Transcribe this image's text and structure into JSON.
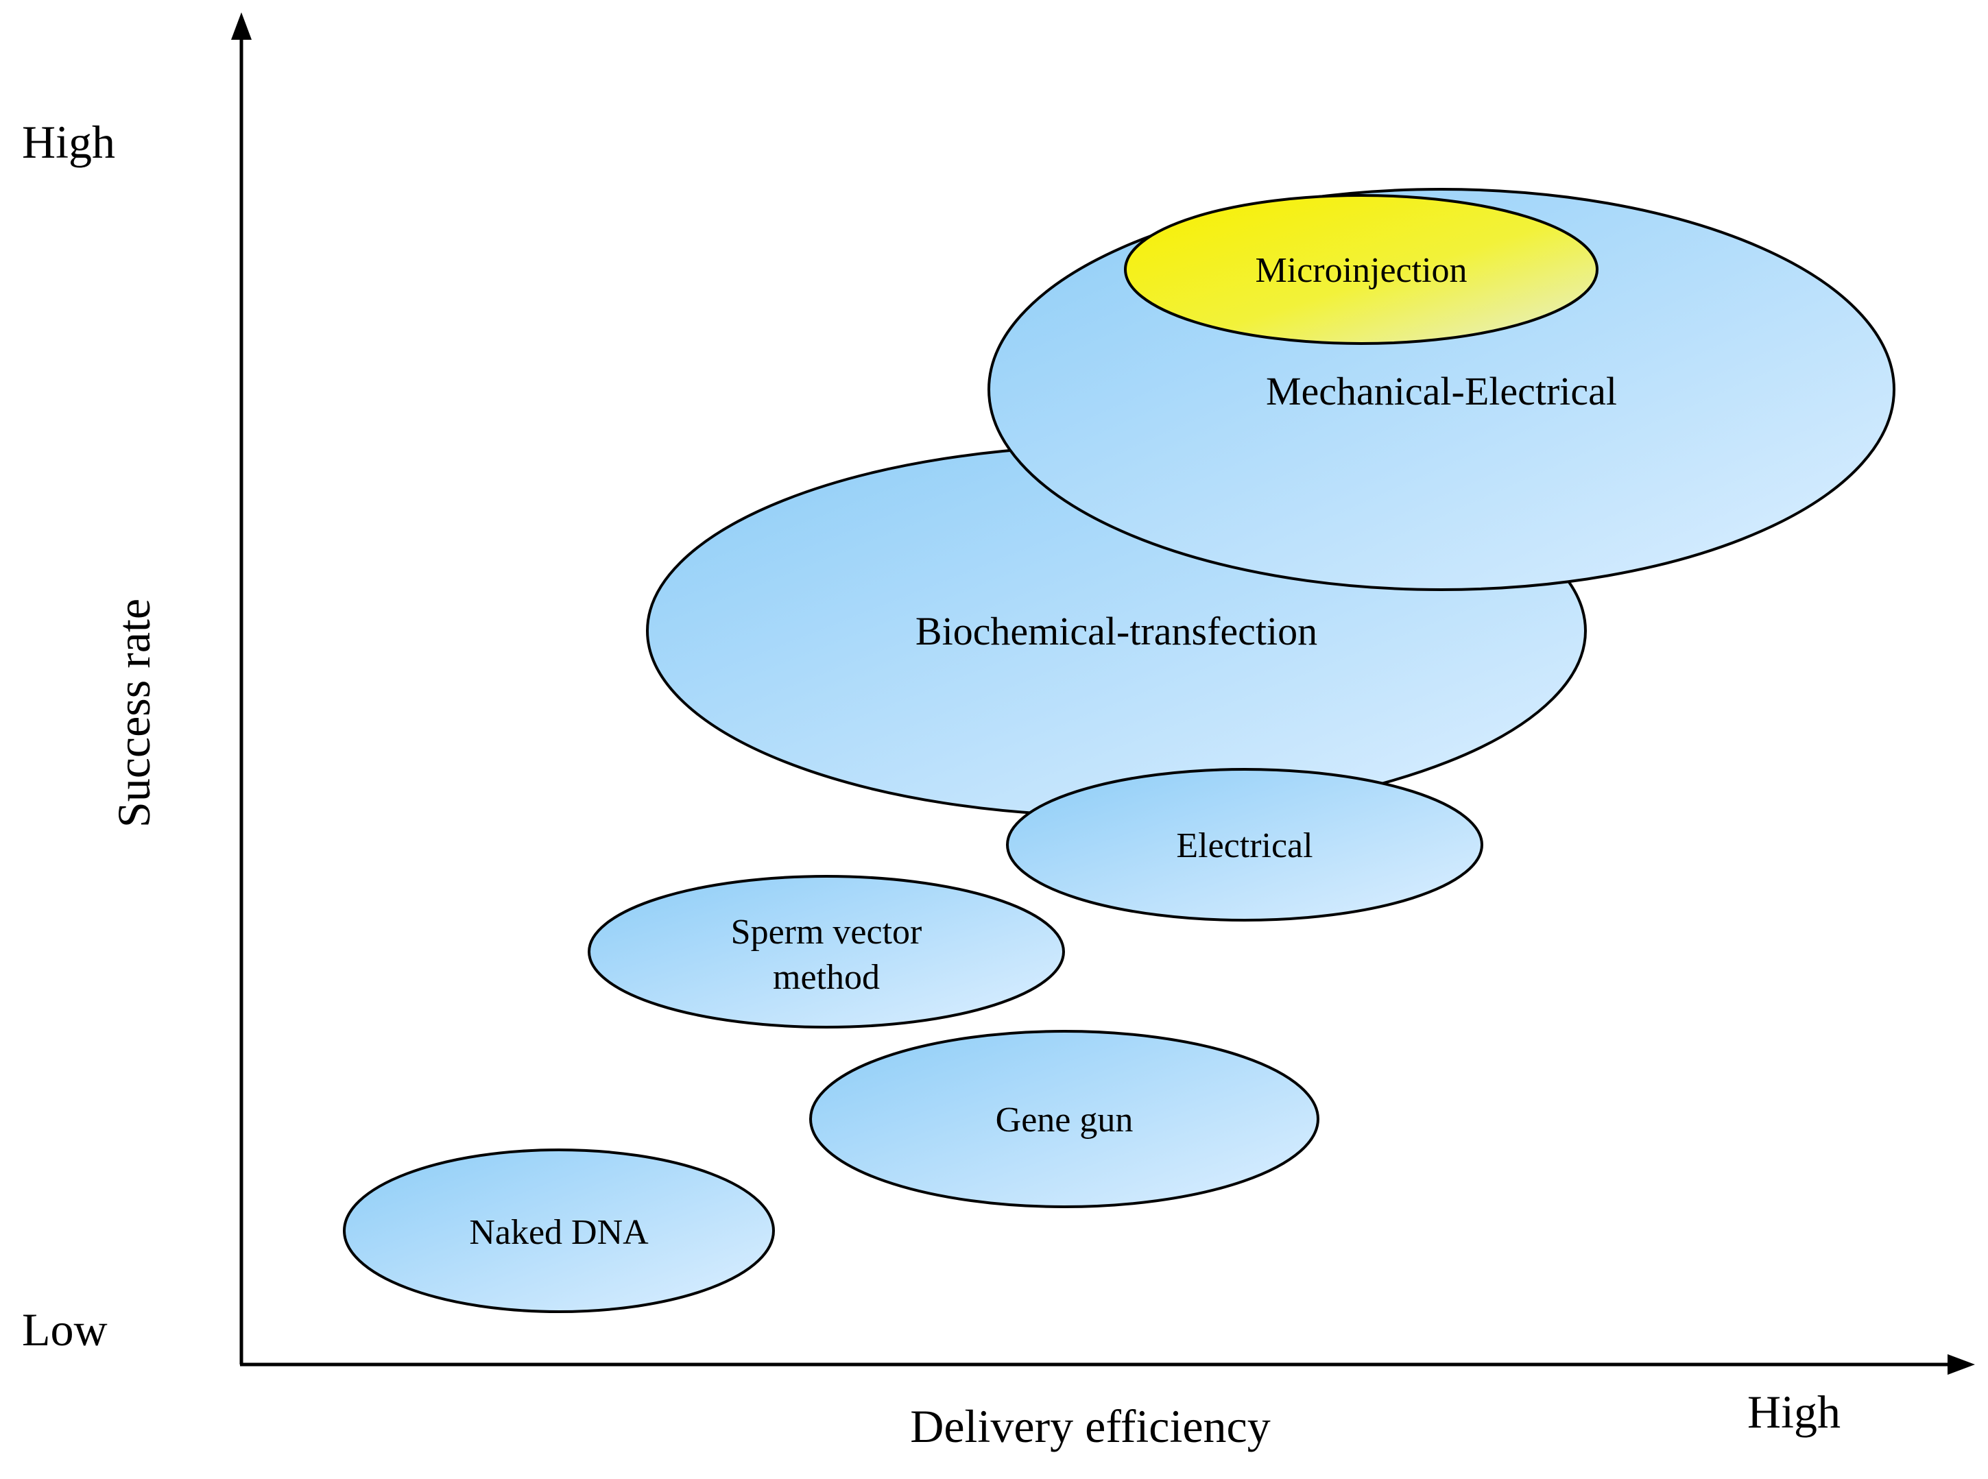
{
  "axes": {
    "x_label": "Delivery efficiency",
    "y_label": "Success rate",
    "x_high": "High",
    "y_high": "High",
    "y_low": "Low"
  },
  "methods": [
    {
      "id": "naked-dna",
      "lines": [
        "Naked DNA"
      ]
    },
    {
      "id": "gene-gun",
      "lines": [
        "Gene gun"
      ]
    },
    {
      "id": "sperm-vector",
      "lines": [
        "Sperm vector",
        "method"
      ]
    },
    {
      "id": "electrical",
      "lines": [
        "Electrical"
      ]
    },
    {
      "id": "biochemical",
      "lines": [
        "Biochemical-transfection"
      ]
    },
    {
      "id": "mechanical-electrical",
      "lines": [
        "Mechanical-Electrical"
      ]
    },
    {
      "id": "microinjection",
      "lines": [
        "Microinjection"
      ]
    }
  ],
  "colors": {
    "bubble_light": "#dcefff",
    "bubble_dark": "#8ecdf7",
    "highlight_yellow": "#f8f000",
    "highlight_light": "#e6efd0",
    "outline": "#000000"
  }
}
